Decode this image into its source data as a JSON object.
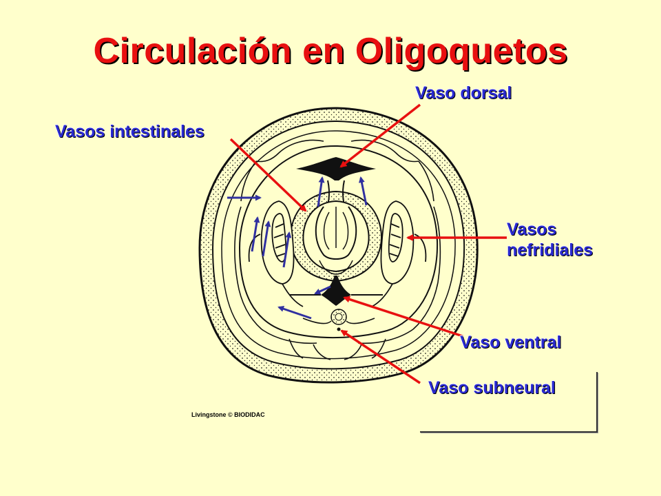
{
  "title": "Circulación en Oligoquetos",
  "labels": {
    "dorsal": "Vaso dorsal",
    "intestinales": "Vasos intestinales",
    "nefridiales_1": "Vasos",
    "nefridiales_2": "nefridiales",
    "ventral": "Vaso ventral",
    "subneural": "Vaso subneural"
  },
  "credit": "Livingstone © BIODIDAC",
  "colors": {
    "background": "#FFFFCC",
    "title": "#E81010",
    "label": "#2A2AD0",
    "pointer": "#E81010",
    "flow_arrow": "#3030A0"
  }
}
